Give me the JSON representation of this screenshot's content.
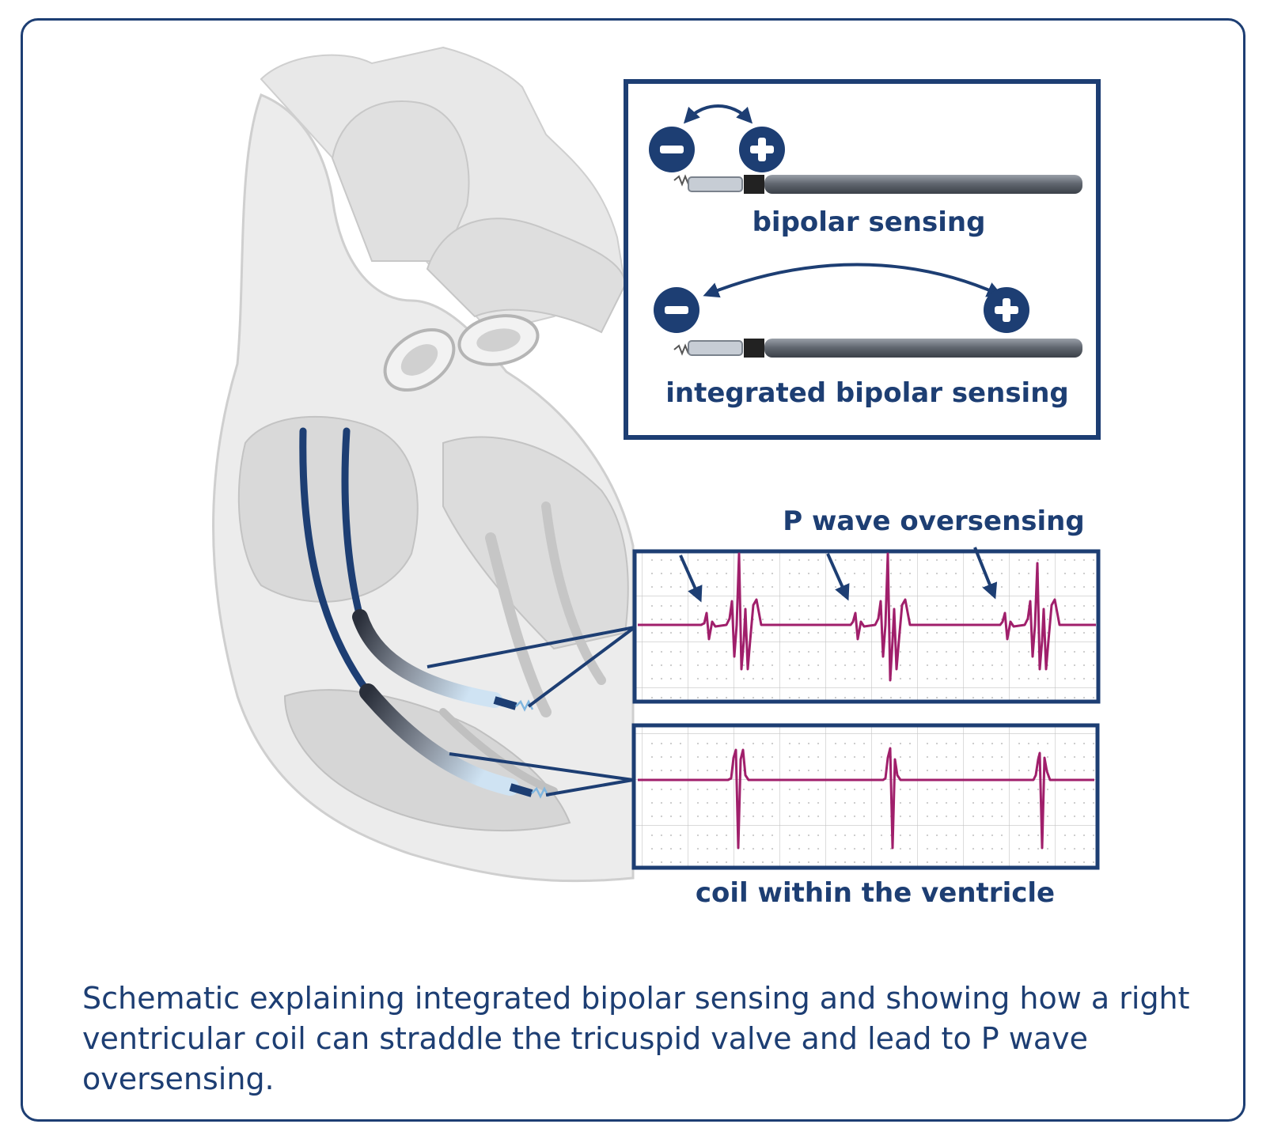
{
  "labels": {
    "bipolar": "bipolar sensing",
    "integrated": "integrated bipolar sensing",
    "pwave": "P wave oversensing",
    "coil": "coil within the ventricle"
  },
  "caption": "Schematic explaining integrated bipolar sensing and showing how a right ventricular coil can straddle the tricuspid valve and lead to P wave oversensing.",
  "colors": {
    "navy": "#1d3e73",
    "trace": "#a01f6b",
    "heart": "#e4e4e4",
    "grid": "#b9b9b9"
  },
  "icons": [
    "minus-icon",
    "plus-icon",
    "double-arrow-icon",
    "lead-icon",
    "heart-illustration"
  ]
}
